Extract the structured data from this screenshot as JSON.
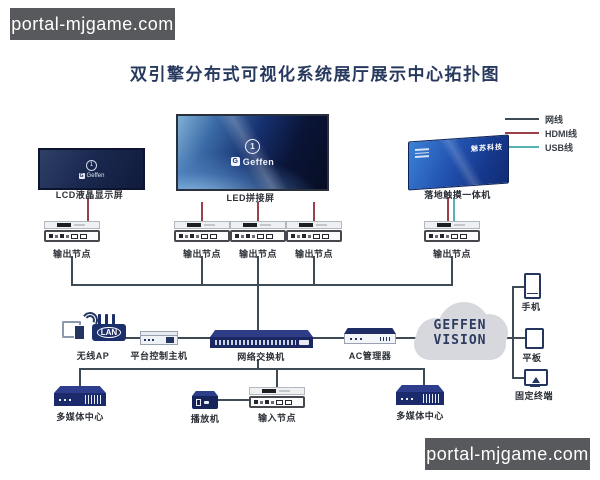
{
  "watermarks": {
    "top_left": "portal-mjgame.com",
    "bottom_right": "portal-mjgame.com"
  },
  "title": "双引擎分布式可视化系统展厅展示中心拓扑图",
  "legend": {
    "items": [
      {
        "label": "网线",
        "color": "#3e4a54"
      },
      {
        "label": "HDMI线",
        "color": "#9a4048"
      },
      {
        "label": "USB线",
        "color": "#57b2b5"
      }
    ]
  },
  "displays": {
    "lcd": {
      "label": "LCD液晶显示屏",
      "logo_number": "1",
      "logo_text": "Geffen"
    },
    "led": {
      "label": "LED拼接屏",
      "logo_number": "1",
      "logo_text": "Geffen"
    },
    "touch": {
      "label": "落地触摸一体机",
      "screen_text": "魅苏科技"
    }
  },
  "output_nodes": {
    "labels": [
      "输出节点",
      "输出节点",
      "输出节点",
      "输出节点",
      "输出节点"
    ]
  },
  "middle_row": {
    "wireless_ap": {
      "label": "无线AP",
      "router_text": "LAN"
    },
    "control_host": {
      "label": "平台控制主机"
    },
    "switch": {
      "label": "网络交换机"
    },
    "ac_manager": {
      "label": "AC管理器"
    },
    "cloud": {
      "line1": "GEFFEN",
      "line2": "VISION"
    }
  },
  "bottom_row": {
    "media_center_left": {
      "label": "多媒体中心"
    },
    "player": {
      "label": "播放机"
    },
    "input_node": {
      "label": "输入节点"
    },
    "media_center_right": {
      "label": "多媒体中心"
    }
  },
  "terminals": {
    "phone": {
      "label": "手机"
    },
    "tablet": {
      "label": "平板"
    },
    "fixed": {
      "label": "固定终端"
    }
  }
}
